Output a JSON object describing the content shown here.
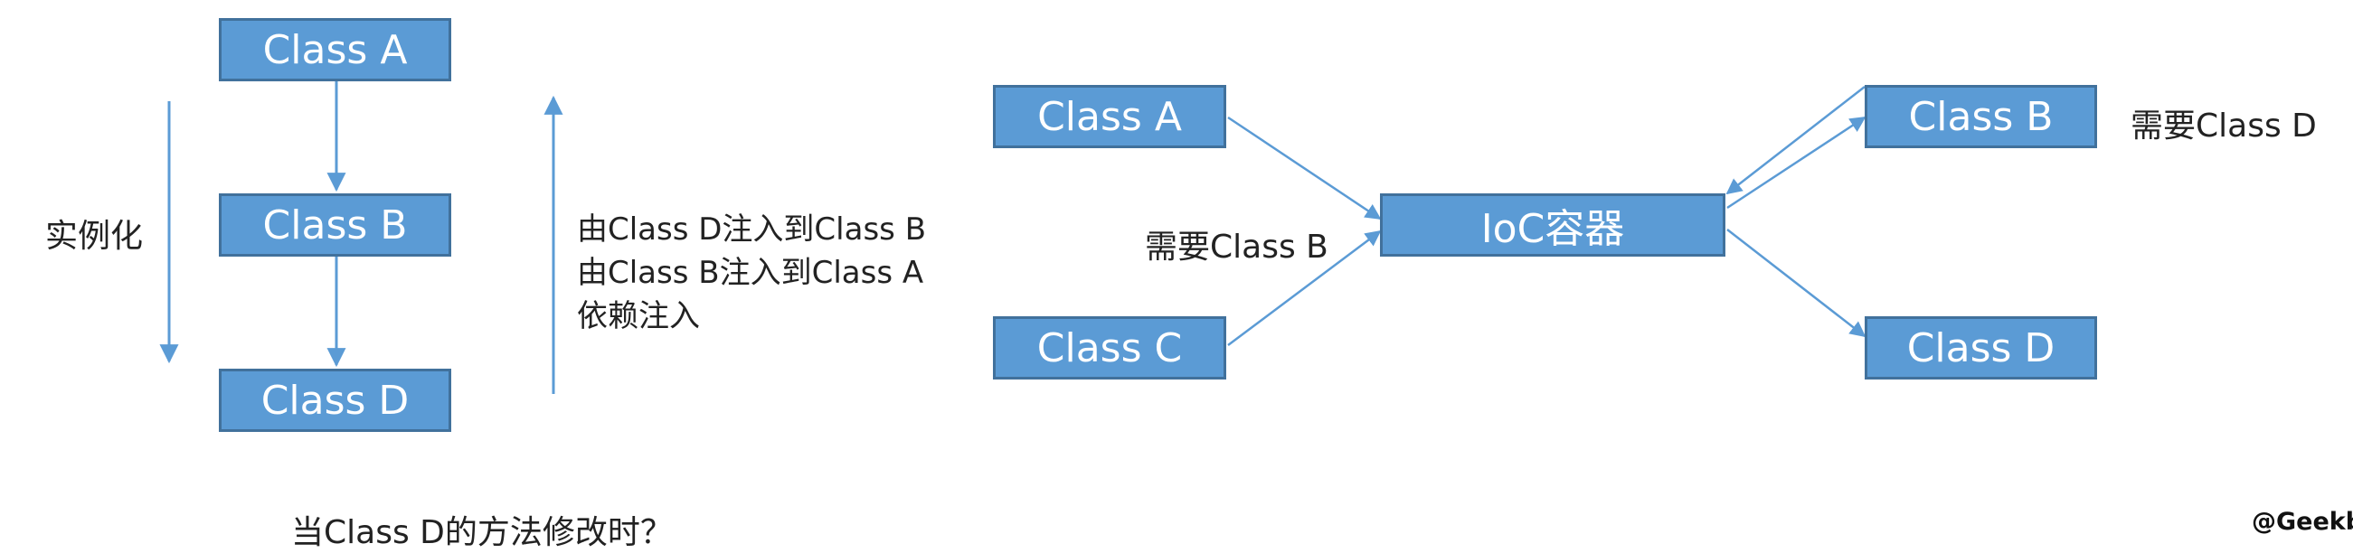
{
  "left": {
    "class_a": "Class A",
    "class_b": "Class B",
    "class_d": "Class D",
    "instantiate_label": "实例化",
    "injection_lines": [
      "由Class D注入到Class B",
      "由Class B注入到Class A",
      "依赖注入"
    ],
    "question": "当Class D的方法修改时？"
  },
  "right": {
    "class_a": "Class A",
    "class_c": "Class C",
    "container": "IoC容器",
    "class_b": "Class B",
    "class_d": "Class D",
    "needs_b": "需要Class B",
    "needs_d": "需要Class D"
  },
  "credit": "@Geekby",
  "colors": {
    "box_fill": "#5b9bd5",
    "box_border": "#41719c",
    "arrow": "#5b9bd5"
  }
}
